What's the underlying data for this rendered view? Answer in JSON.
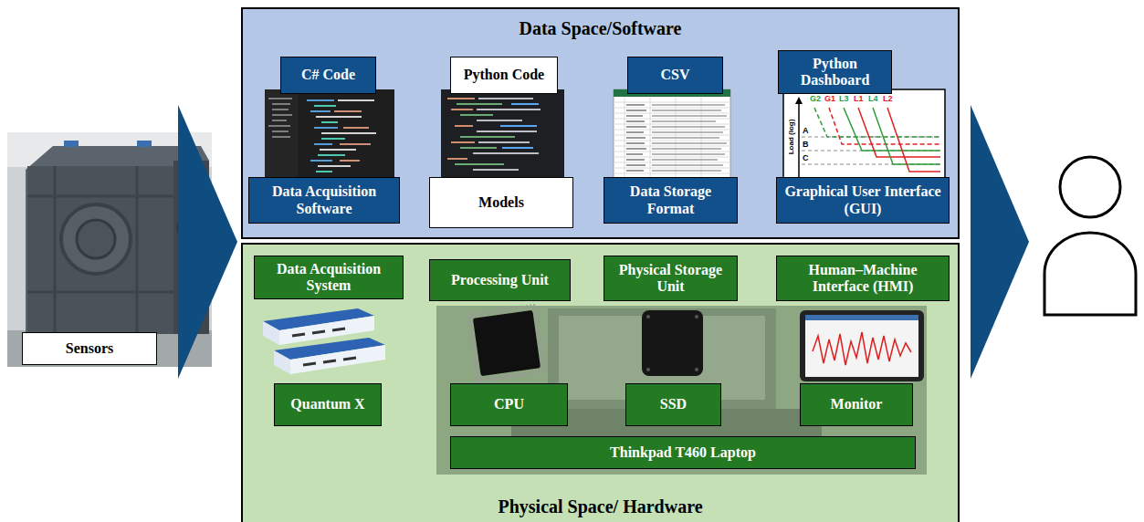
{
  "diagram": {
    "nodes": [
      {
        "text": [
          "Sensors"
        ]
      },
      {
        "text": [
          "Data Space/Software"
        ]
      },
      {
        "text": [
          "C# Code"
        ],
        "in": 1
      },
      {
        "text": [
          "Python Code"
        ],
        "in": 1
      },
      {
        "text": [
          "CSV"
        ],
        "in": 1
      },
      {
        "text": [
          "Python Dashboard"
        ],
        "in": 1
      },
      {
        "text": [
          "Data Acquisition Software"
        ],
        "in": 1
      },
      {
        "text": [
          "Models"
        ],
        "in": 1
      },
      {
        "text": [
          "Data Storage Format"
        ],
        "in": 1
      },
      {
        "text": [
          "Graphical User Interface (GUI)"
        ],
        "in": 1
      },
      {
        "text": [
          "Physical Space/ Hardware"
        ]
      },
      {
        "text": [
          "Data Acquisition System"
        ],
        "in": 10
      },
      {
        "text": [
          "Processing Unit"
        ],
        "in": 10
      },
      {
        "text": [
          "Physical Storage Unit"
        ],
        "in": 10
      },
      {
        "text": [
          "Human–Machine Interface (HMI)"
        ],
        "in": 10
      },
      {
        "text": [
          "Quantum X"
        ],
        "in": 10
      },
      {
        "text": [
          "CPU"
        ],
        "in": 10
      },
      {
        "text": [
          "SSD"
        ],
        "in": 10
      },
      {
        "text": [
          "Monitor"
        ],
        "in": 10
      },
      {
        "text": [
          "Thinkpad T460 Laptop"
        ],
        "in": 10
      }
    ],
    "labels": [
      "Load (log)",
      "G2",
      "G1",
      "L3",
      "L1",
      "L4",
      "L2",
      "A",
      "B",
      "C"
    ]
  }
}
